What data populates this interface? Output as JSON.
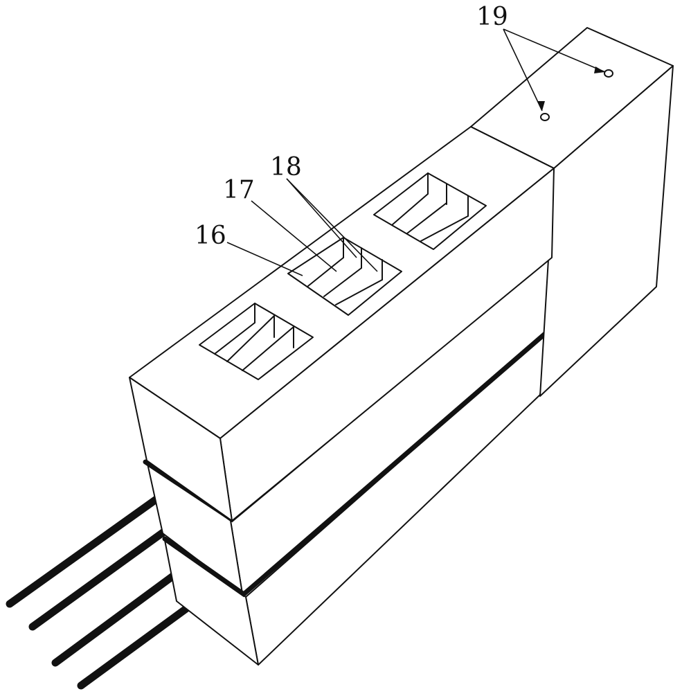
{
  "labels": {
    "ref_16": "16",
    "ref_17": "17",
    "ref_18": "18",
    "ref_19": "19"
  },
  "colors": {
    "line": "#111111",
    "background": "#ffffff"
  }
}
